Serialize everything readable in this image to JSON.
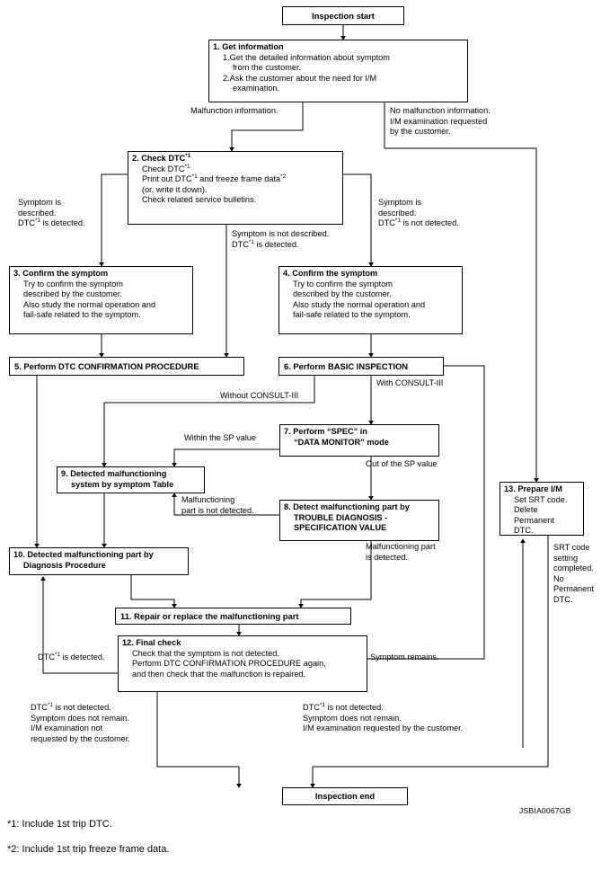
{
  "diagram": {
    "code": "JSBIA0067GB",
    "footnotes": [
      "*1: Include 1st trip DTC.",
      "*2: Include 1st trip freeze frame data."
    ],
    "nodes": {
      "start": {
        "label": "Inspection start"
      },
      "end": {
        "label": "Inspection end"
      },
      "n1": {
        "title": "1. Get information",
        "lines": [
          "1.Get the detailed information about symptom",
          "from the customer.",
          "2.Ask the customer about the need for I/M",
          "examination."
        ]
      },
      "n2": {
        "title": "2. Check DTC",
        "title_sup": "*1",
        "lines": [
          "Check DTC",
          "Print out DTC",
          "(or, write it down).",
          "Check related service bulletins."
        ],
        "line0_sup": "*1",
        "line1_sup_a": "*1",
        "line1_mid": " and freeze frame data",
        "line1_sup_b": "*2"
      },
      "n3": {
        "title": "3. Confirm the symptom",
        "lines": [
          "Try to confirm the symptom",
          "described by the customer.",
          "Also study the normal operation and",
          "fail-safe related to the symptom."
        ]
      },
      "n4": {
        "title": "4. Confirm the symptom",
        "lines": [
          "Try to confirm the symptom",
          "described by the customer.",
          "Also study the normal operation and",
          "fail-safe related to the symptom."
        ]
      },
      "n5": {
        "title": "5. Perform DTC CONFIRMATION PROCEDURE"
      },
      "n6": {
        "title": "6. Perform BASIC INSPECTION"
      },
      "n7": {
        "title": "7. Perform “SPEC” in",
        "line2": "“DATA MONITOR” mode"
      },
      "n8": {
        "title": "8. Detect malfunctioning part by",
        "line2": "TROUBLE DIAGNOSIS -",
        "line3": "SPECIFICATION VALUE"
      },
      "n9": {
        "title": "9. Detected malfunctioning",
        "line2": "system by symptom Table"
      },
      "n10": {
        "title": "10. Detected malfunctioning part by",
        "line2": "Diagnosis Procedure"
      },
      "n11": {
        "title": "11. Repair or replace the malfunctioning part"
      },
      "n12": {
        "title": "12. Final check",
        "lines": [
          "Check that the symptom is not detected.",
          "Perform DTC CONFIRMATION PROCEDURE again,",
          "and then check that the malfunction is repaired."
        ]
      },
      "n13": {
        "title": "13. Prepare I/M",
        "lines": [
          "Set SRT code.",
          "Delete",
          "Permanent",
          "DTC."
        ]
      }
    },
    "edge_labels": {
      "malfunction_info": "Malfunction information.",
      "no_malfunction": [
        "No malfunction information.",
        "I/M examination requested",
        "by the customer."
      ],
      "symptom_described_dtc_detected": [
        "Symptom is",
        "described.",
        "DTC",
        " is detected."
      ],
      "symptom_described_dtc_detected_sup": "*1",
      "symptom_not_described_dtc_detected": [
        "Symptom is not described.",
        "DTC",
        " is detected."
      ],
      "symptom_not_described_sup": "*1",
      "symptom_described_dtc_not_detected": [
        "Symptom is",
        "described.",
        "DTC",
        " is not detected."
      ],
      "symptom_described_dtc_not_detected_sup": "*1",
      "without_consult": "Without CONSULT-III",
      "with_consult": "With CONSULT-III",
      "within_sp": "Within the SP value",
      "out_of_sp": "Out of the SP value",
      "malfunctioning_part_not_detected": [
        "Malfunctioning",
        "part is not detected."
      ],
      "malfunctioning_part_detected": [
        "Malfunctioning part",
        "is detected."
      ],
      "dtc_is_detected": "DTC",
      "dtc_is_detected_sup": "*1",
      "dtc_is_detected_rest": " is detected.",
      "symptom_remains": "Symptom remains.",
      "srt_completed": [
        "SRT code",
        "setting",
        "completed.",
        "No",
        "Permanent",
        "DTC."
      ],
      "left_exit": [
        "DTC",
        " is not detected.",
        "Symptom does not remain.",
        "I/M examination not",
        "requested by the customer."
      ],
      "left_exit_sup": "*1",
      "right_exit": [
        "DTC",
        " is not detected.",
        "Symptom does not remain.",
        "I/M examination requested by the customer."
      ],
      "right_exit_sup": "*1"
    }
  }
}
